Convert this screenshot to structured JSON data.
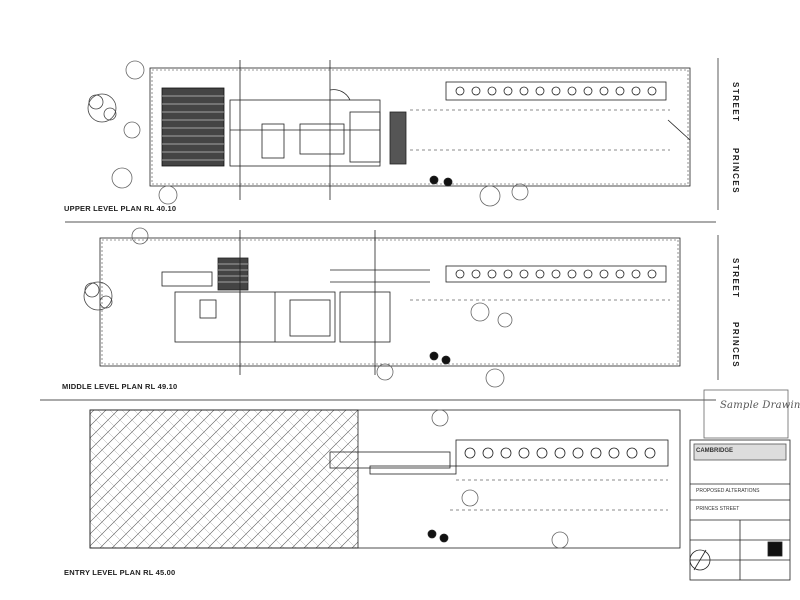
{
  "plans": [
    {
      "title": "UPPER LEVEL PLAN RL 40.10"
    },
    {
      "title": "MIDDLE LEVEL PLAN RL 49.10"
    },
    {
      "title": "ENTRY LEVEL PLAN RL 45.00"
    }
  ],
  "street": {
    "word1": "STREET",
    "word2": "PRINCES"
  },
  "titleblock": {
    "handwritten": "Sample Drawing",
    "lines": [
      "CAMBRIDGE",
      "PROPOSED ALTERATIONS",
      "PRINCES STREET"
    ]
  }
}
